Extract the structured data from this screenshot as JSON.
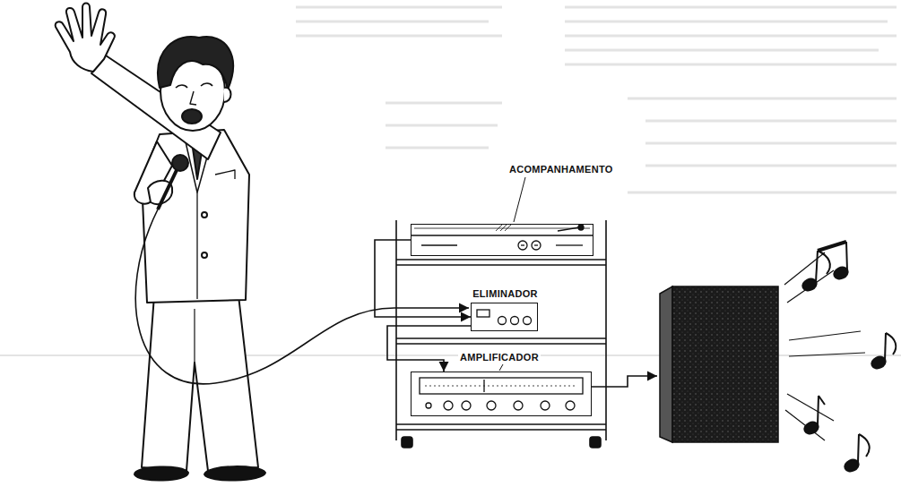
{
  "diagram": {
    "nodes": [
      {
        "text": [
          "ACOMPANHAMENTO"
        ]
      },
      {
        "text": [
          "ELIMINADOR"
        ]
      },
      {
        "text": [
          "AMPLIFICADOR"
        ]
      }
    ],
    "edges": [
      {
        "from": 0,
        "to": 1,
        "arrow": "to"
      },
      {
        "from": 1,
        "to": 2,
        "arrow": "to"
      }
    ]
  }
}
